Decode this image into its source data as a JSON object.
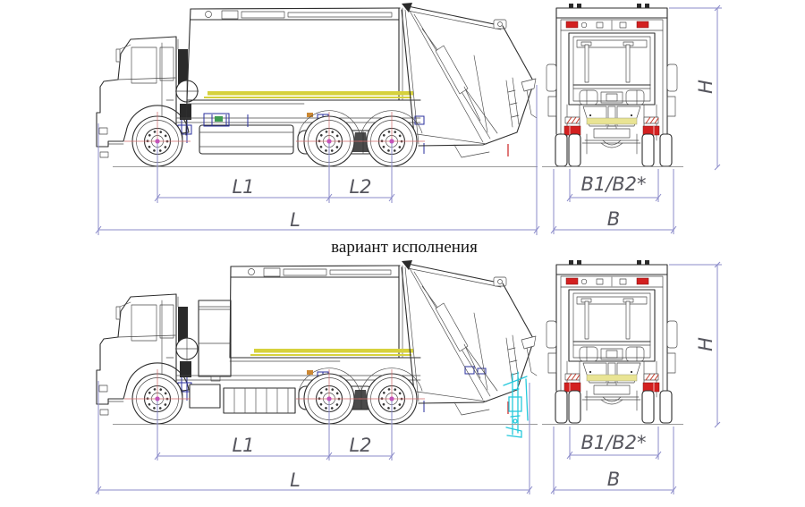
{
  "caption": {
    "variant_label": "вариант исполнения"
  },
  "dimensions": {
    "l1": "L1",
    "l2": "L2",
    "l": "L",
    "b1b2": "B1/B2*",
    "b": "B",
    "h": "H"
  },
  "colors": {
    "background": "#ffffff",
    "outline": "#2e2e2e",
    "dimension_line": "#8b8bca",
    "dimension_text": "#56565e",
    "stripe_yellow": "#d6d13c",
    "pale_yellow": "#e9e494",
    "accent_red": "#d32020",
    "accent_orange": "#cc8833",
    "accent_green": "#3f9b52",
    "accent_blue": "#2a2f9e",
    "accent_cyan": "#25c9dc",
    "centerline_red": "#d06a6a",
    "hub_magenta": "#c455b8",
    "ground_line": "#9a9a9a"
  }
}
